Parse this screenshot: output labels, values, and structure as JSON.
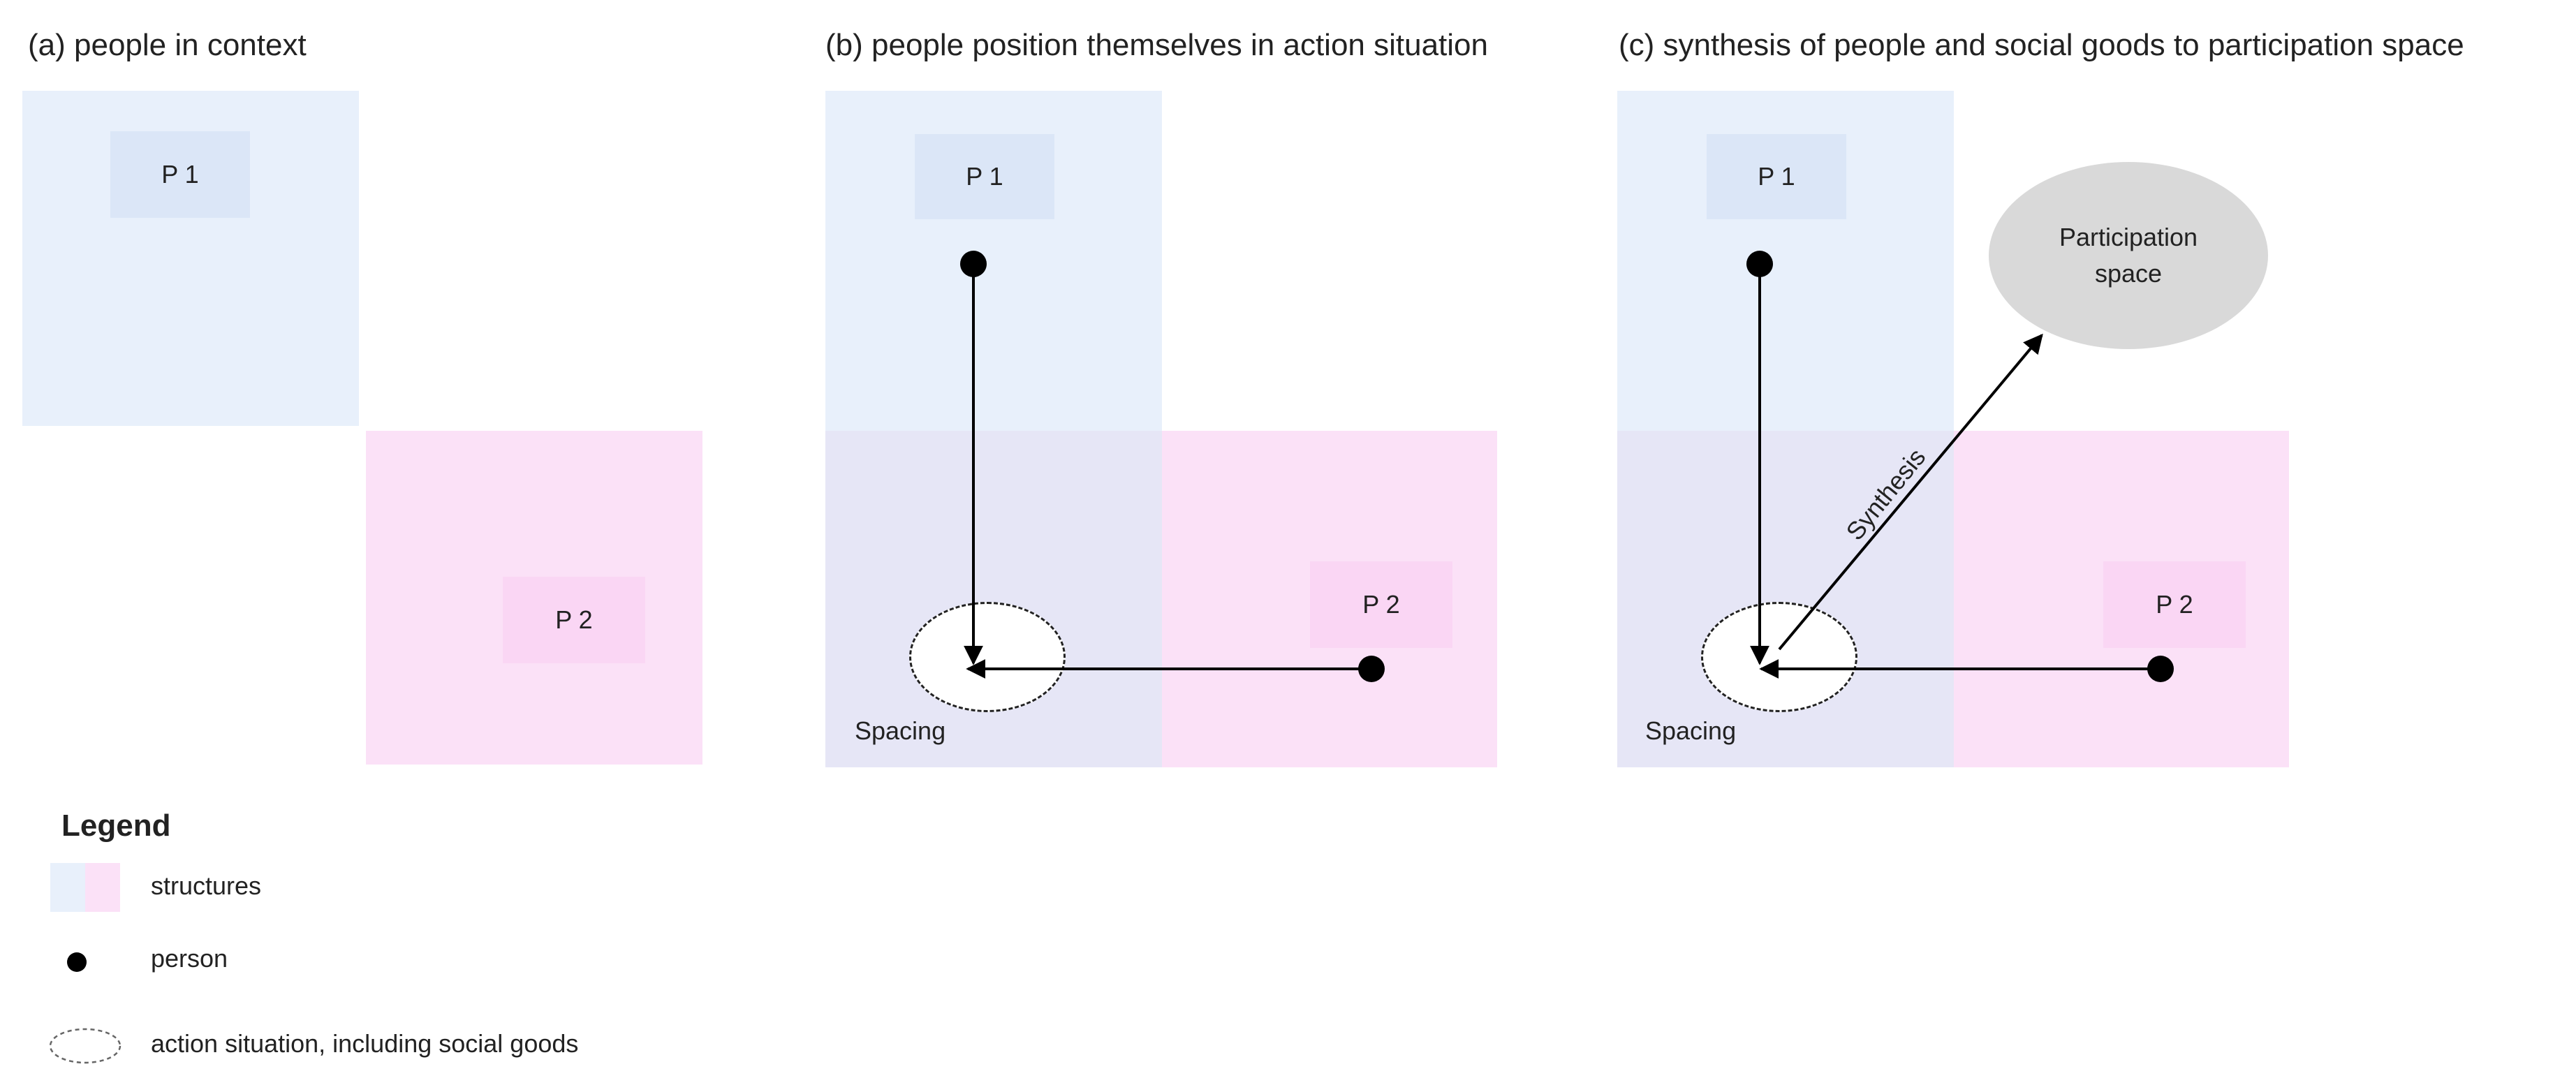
{
  "panels": {
    "a": {
      "title": "(a) people in context",
      "p1_label": "P 1",
      "p2_label": "P 2"
    },
    "b": {
      "title": "(b) people position themselves in action situation",
      "p1_label": "P 1",
      "p2_label": "P 2",
      "spacing_label": "Spacing"
    },
    "c": {
      "title": "(c) synthesis of people and social goods to participation space",
      "p1_label": "P 1",
      "p2_label": "P 2",
      "spacing_label": "Spacing",
      "synthesis_label": "Synthesis",
      "participation_line1": "Participation",
      "participation_line2": "space"
    }
  },
  "legend": {
    "title": "Legend",
    "items": [
      {
        "icon": "structures-swatch-icon",
        "label": "structures"
      },
      {
        "icon": "person-dot-icon",
        "label": "person"
      },
      {
        "icon": "dashed-ellipse-icon",
        "label": "action situation, including social goods"
      }
    ]
  },
  "colors": {
    "structure_blue": "#e8f0fb",
    "structure_pink": "#fbe1f7",
    "overlap": "#e6e6f6",
    "participation_fill": "#d9d9d9",
    "person": "#000000"
  }
}
